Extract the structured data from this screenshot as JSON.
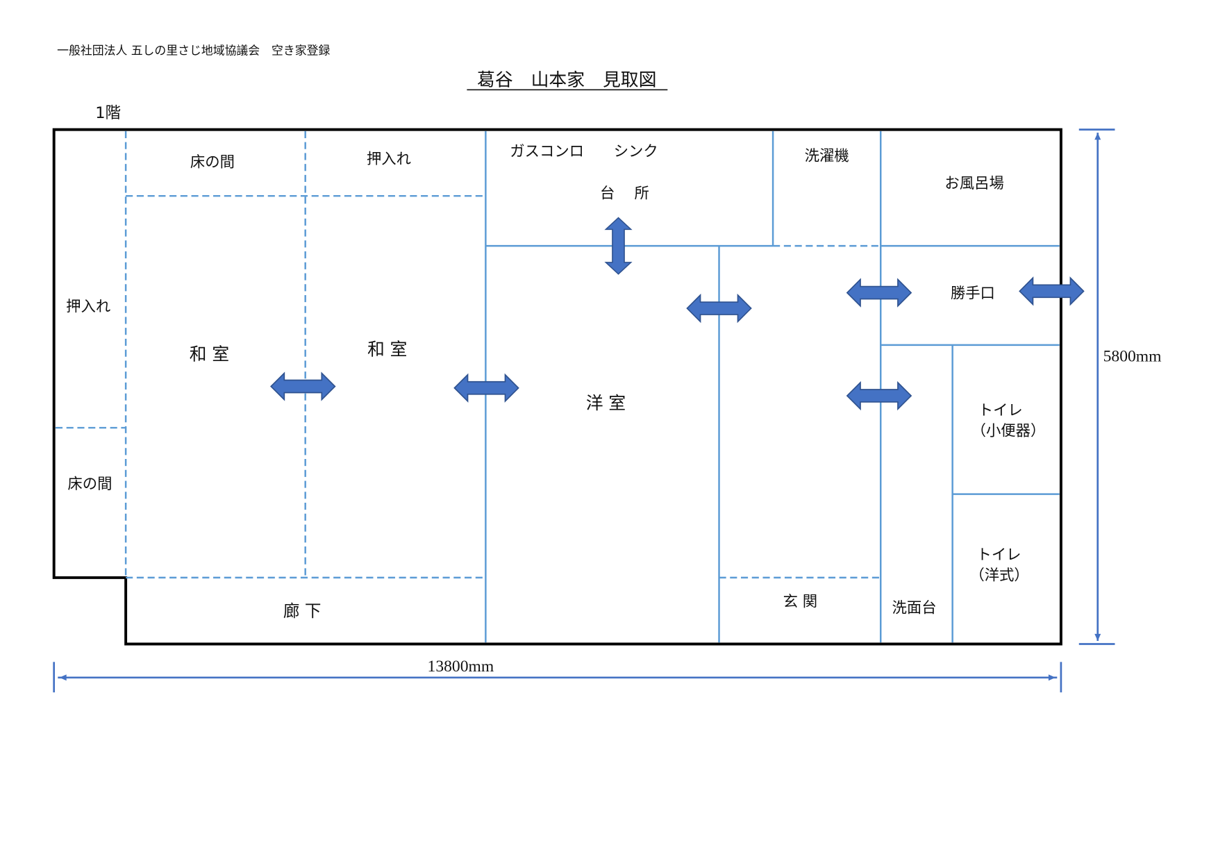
{
  "header": {
    "organization": "一般社団法人 五しの里さじ地域協議会　空き家登録",
    "title": "葛谷　山本家　見取図",
    "floor": "1階"
  },
  "rooms": {
    "oshiire_left": "押入れ",
    "tokonoma_left": "床の間",
    "tokonoma_top": "床の間",
    "oshiire_top": "押入れ",
    "washitsu1": "和 室",
    "washitsu2": "和 室",
    "kitchen_appliances": "ガスコンロ　　シンク",
    "kitchen": "台　 所",
    "laundry": "洗濯機",
    "bath": "お風呂場",
    "back_door": "勝手口",
    "western_room": "洋 室",
    "toilet_urinal_1": "トイレ",
    "toilet_urinal_2": "（小便器）",
    "toilet_western_1": "トイレ",
    "toilet_western_2": "（洋式）",
    "corridor": "廊 下",
    "entrance": "玄 関",
    "washstand": "洗面台"
  },
  "dimensions": {
    "width": "13800mm",
    "height": "5800mm"
  },
  "colors": {
    "wall": "#000000",
    "partition": "#5b9bd5",
    "arrow": "#4472c4"
  }
}
